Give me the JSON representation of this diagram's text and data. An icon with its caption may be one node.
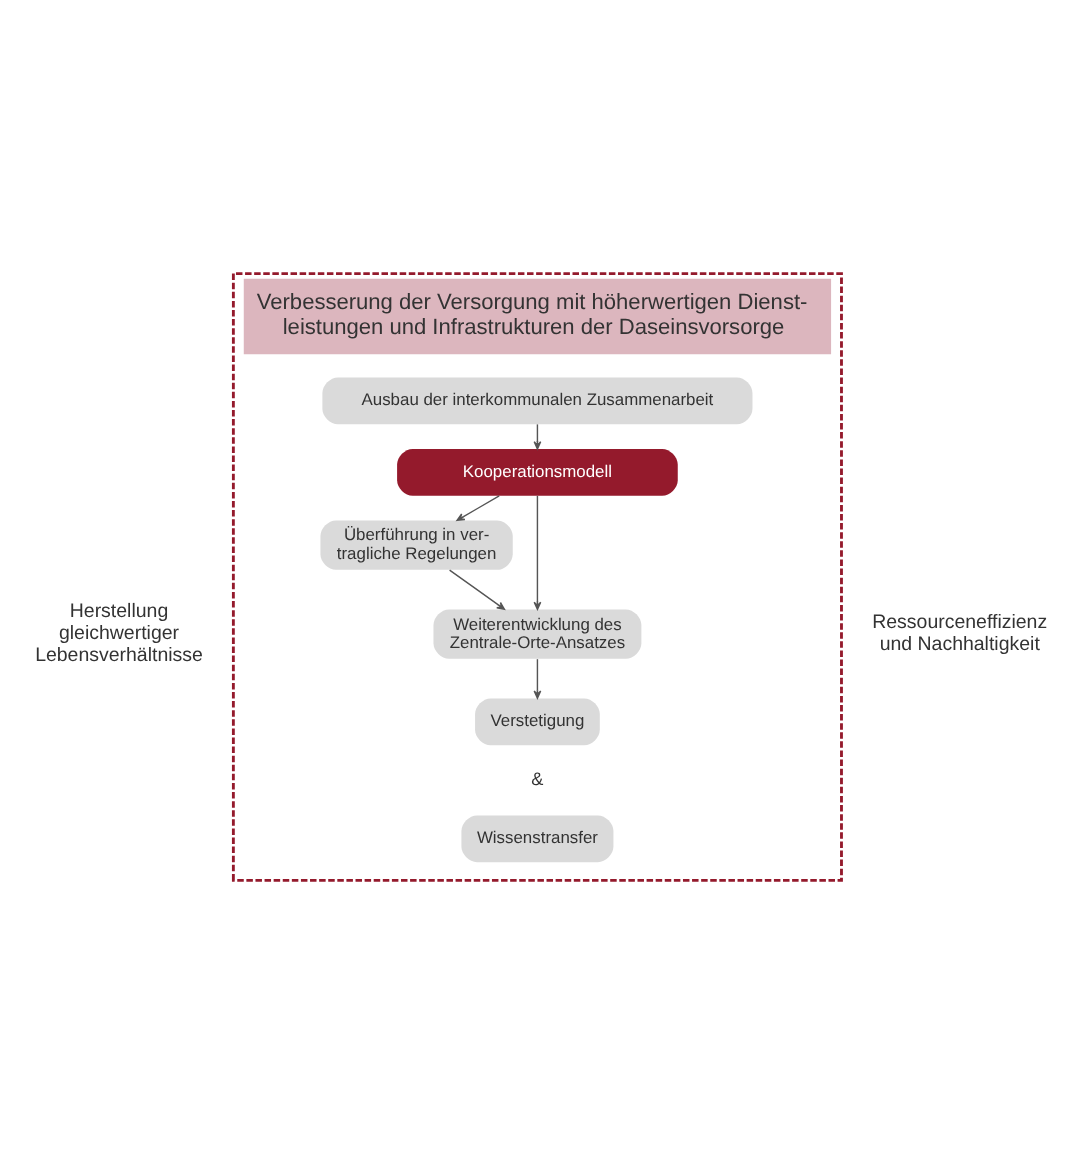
{
  "diagram": {
    "nodes": [
      {
        "text": [
          "Verbesserung der Versorgung mit höherwertigen Dienst- leistungen und Infrastrukturen der Daseinsvorsorge"
        ]
      },
      {
        "text": [
          "Ausbau der interkommunalen Zusammenarbeit"
        ],
        "in": 0
      },
      {
        "text": [
          "Kooperationsmodell"
        ],
        "in": 0
      },
      {
        "text": [
          "Überführung in ver- tragliche Regelungen"
        ],
        "in": 0
      },
      {
        "text": [
          "Weiterentwicklung des Zentrale-Orte-Ansatzes"
        ],
        "in": 0
      },
      {
        "text": [
          "Verstetigung"
        ],
        "in": 0
      },
      {
        "text": [
          "Wissenstransfer"
        ],
        "in": 0
      }
    ],
    "edges": [
      {
        "from": 1,
        "to": 2,
        "arrow": "to"
      },
      {
        "from": 2,
        "to": 3,
        "arrow": "to"
      },
      {
        "from": 2,
        "to": 4,
        "arrow": "to"
      },
      {
        "from": 3,
        "to": 4,
        "arrow": "to"
      },
      {
        "from": 4,
        "to": 5,
        "arrow": "to"
      }
    ],
    "labels": [
      "Herstellung gleichwertiger Lebensverhältnisse",
      "Ressourceneffizienz und Nachhaltigkeit",
      "&"
    ]
  }
}
